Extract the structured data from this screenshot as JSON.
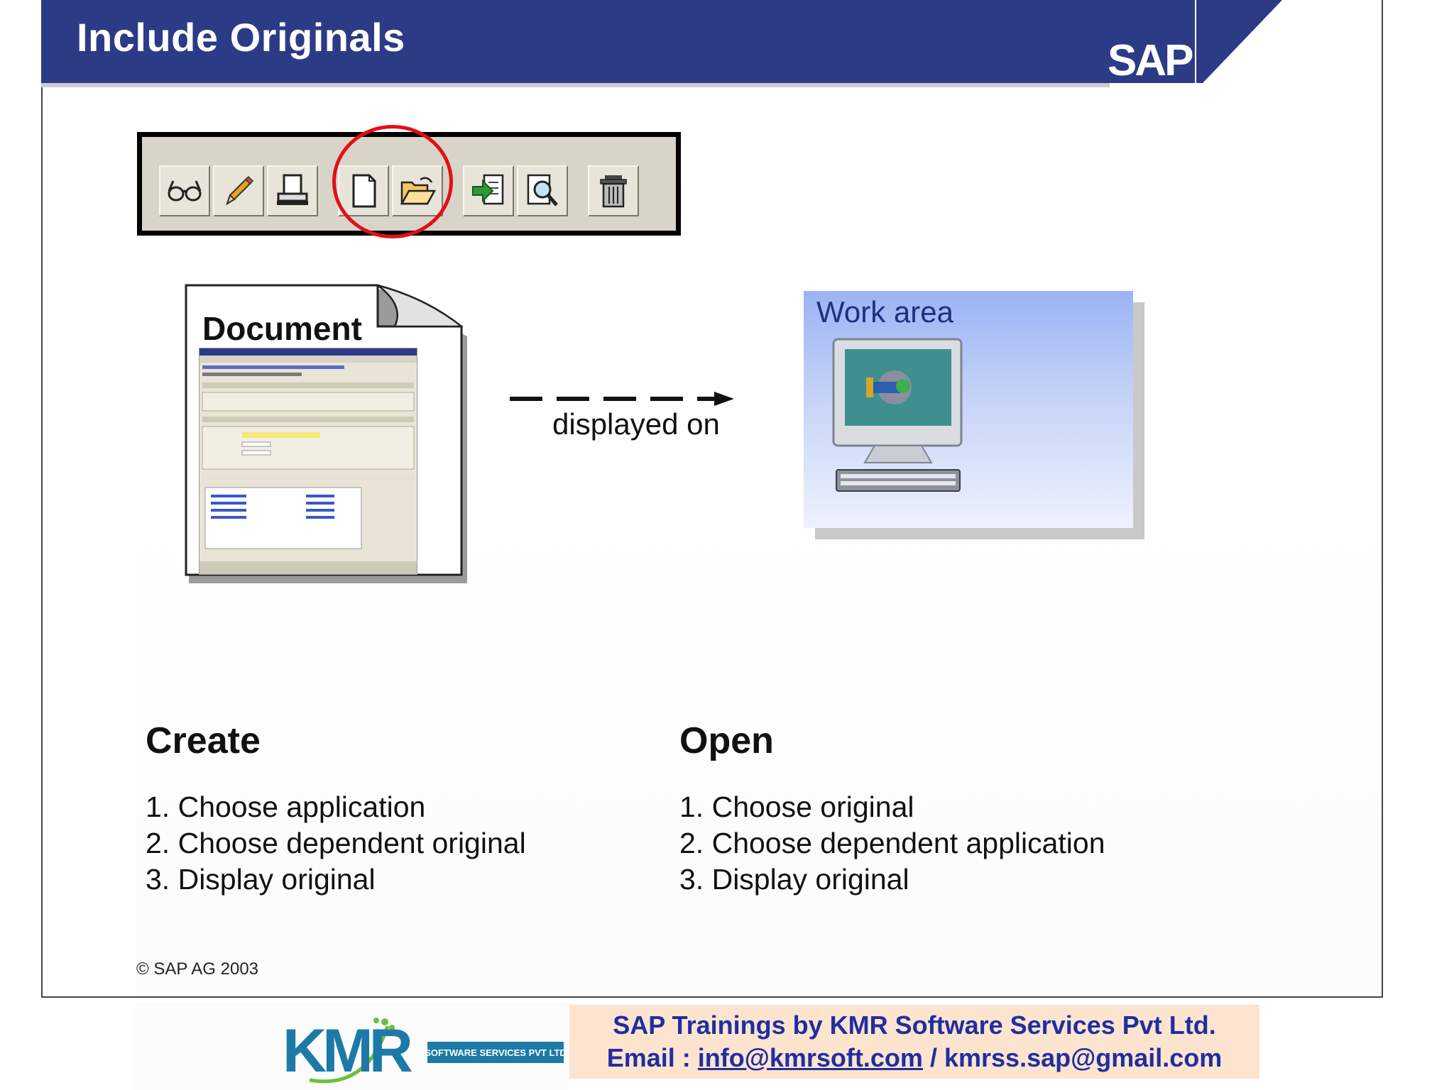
{
  "header": {
    "title": "Include Originals",
    "logo_text": "SAP"
  },
  "toolbar": {
    "buttons": [
      {
        "icon": "glasses-icon"
      },
      {
        "icon": "pencil-icon"
      },
      {
        "icon": "printer-icon"
      },
      {
        "icon": "new-page-icon"
      },
      {
        "icon": "open-folder-icon"
      },
      {
        "icon": "checkin-icon"
      },
      {
        "icon": "search-magnifier-icon"
      },
      {
        "icon": "trash-icon"
      }
    ],
    "highlight_color": "#e10f17"
  },
  "diagram": {
    "document_label": "Document",
    "arrow_label": "displayed on",
    "work_area_label": "Work area"
  },
  "create": {
    "heading": "Create",
    "steps": [
      "1. Choose application",
      "2. Choose dependent original",
      "3. Display original"
    ]
  },
  "open": {
    "heading": "Open",
    "steps": [
      "1. Choose original",
      "2. Choose dependent application",
      "3. Display original"
    ]
  },
  "copyright": "© SAP AG 2003",
  "footer": {
    "logo_text": "KMR",
    "logo_subtext": "SOFTWARE SERVICES PVT LTD",
    "line1": "SAP Trainings by KMR Software Services Pvt Ltd.",
    "email_label": "Email :",
    "email1": "info@kmrsoft.com",
    "separator": "/",
    "email2": "kmrss.sap@gmail.com"
  },
  "colors": {
    "header": "#2c3b86",
    "footer_text": "#1f2fa0",
    "footer_bg": "#fde4cf"
  }
}
